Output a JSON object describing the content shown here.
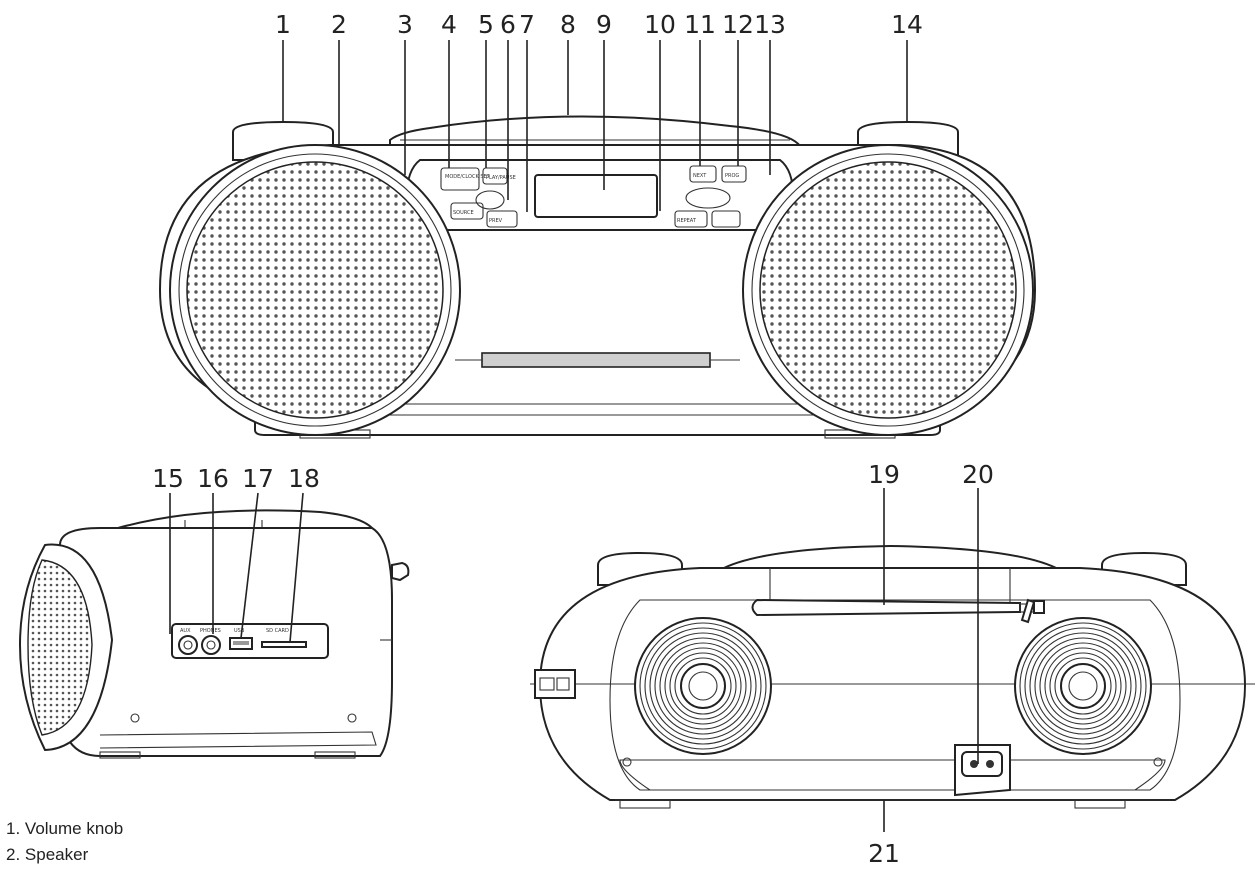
{
  "callouts": {
    "front": [
      "1",
      "2",
      "3",
      "4",
      "5",
      "6",
      "7",
      "8",
      "9",
      "10",
      "11",
      "12",
      "13",
      "14"
    ],
    "side": [
      "15",
      "16",
      "17",
      "18"
    ],
    "back": [
      "19",
      "20",
      "21"
    ]
  },
  "panel_labels": {
    "btn_mode": "MODE/CLOCK SET",
    "btn_source": "SOURCE",
    "btn_play": "PLAY/PAUSE",
    "btn_next": "NEXT",
    "btn_prev": "PREV",
    "btn_prog": "PROG",
    "btn_repeat": "REPEAT",
    "side_aux": "AUX",
    "side_phones": "PHONES",
    "side_usb": "USB",
    "side_sd": "SD CARD"
  },
  "legend": [
    {
      "num": "1.",
      "text": "Volume knob"
    },
    {
      "num": "2.",
      "text": "Speaker"
    }
  ]
}
